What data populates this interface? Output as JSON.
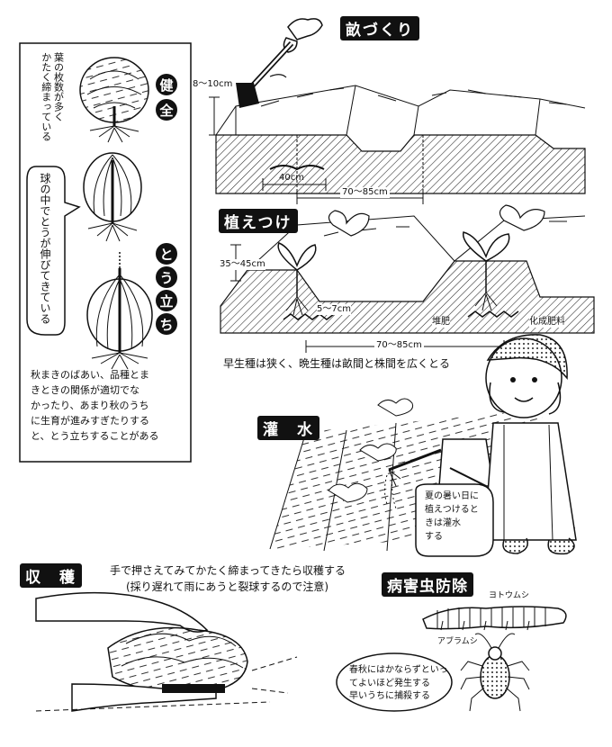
{
  "sections": {
    "bed_making": {
      "title": "畝づくり",
      "depth": "8～10cm",
      "bed_width": "40cm",
      "bed_spacing": "70～85cm"
    },
    "planting": {
      "title": "植えつけ",
      "bed_height": "35～45cm",
      "hole_depth": "5～7cm",
      "compost": "堆肥",
      "fertilizer": "化成肥料",
      "bed_spacing": "70～85cm",
      "note": "早生種は狭く、晩生種は畝間と株間を広くとる"
    },
    "watering": {
      "title": "灌　水",
      "bubble": [
        "夏の暑い日に",
        "植えつけると",
        "きは灌水",
        "する"
      ]
    },
    "harvest": {
      "title": "収　穫",
      "note1": "手で押さえてみてかたく締まってきたら収穫する",
      "note2": "(採り遅れて雨にあうと裂球するので注意)"
    },
    "pest_control": {
      "title": "病害虫防除",
      "pest1": "ヨトウムシ",
      "pest2": "アブラムシ",
      "bubble": [
        "春秋にはかならずといっ",
        "てよいほど発生する",
        "早いうちに捕殺する"
      ]
    },
    "bolting_panel": {
      "healthy_badges": [
        "健",
        "全"
      ],
      "healthy_note": [
        "葉の枚数が多く",
        "かたく締まっている"
      ],
      "bolting_bubble": "球の中でとうが伸びてきている",
      "bolting_badges": [
        "と",
        "う",
        "立",
        "ち"
      ],
      "explanation": [
        "秋まきのばあい、品種とま",
        "きときの関係が適切でな",
        "かったり、あまり秋のうち",
        "に生育が進みすぎたりする",
        "と、とう立ちすることがある"
      ]
    }
  },
  "colors": {
    "ink": "#111111",
    "paper": "#ffffff"
  }
}
